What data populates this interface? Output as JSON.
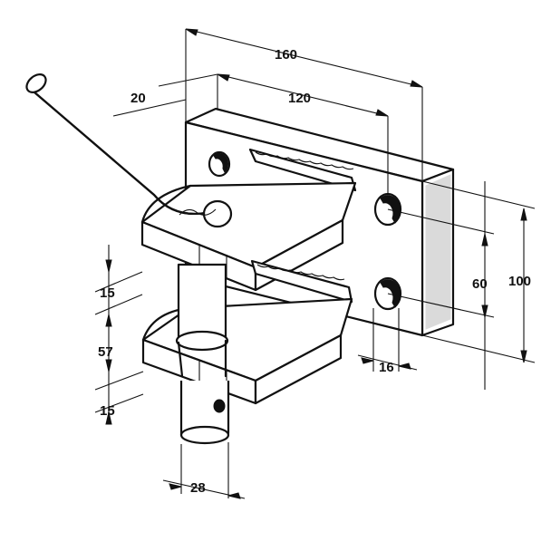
{
  "diagram": {
    "dimensions": {
      "d160": "160",
      "d120": "120",
      "d20": "20",
      "d60": "60",
      "d100": "100",
      "d16": "16",
      "d15a": "15",
      "d57": "57",
      "d15b": "15",
      "d28": "28"
    },
    "colors": {
      "ink": "#111111",
      "paper": "#ffffff"
    }
  }
}
